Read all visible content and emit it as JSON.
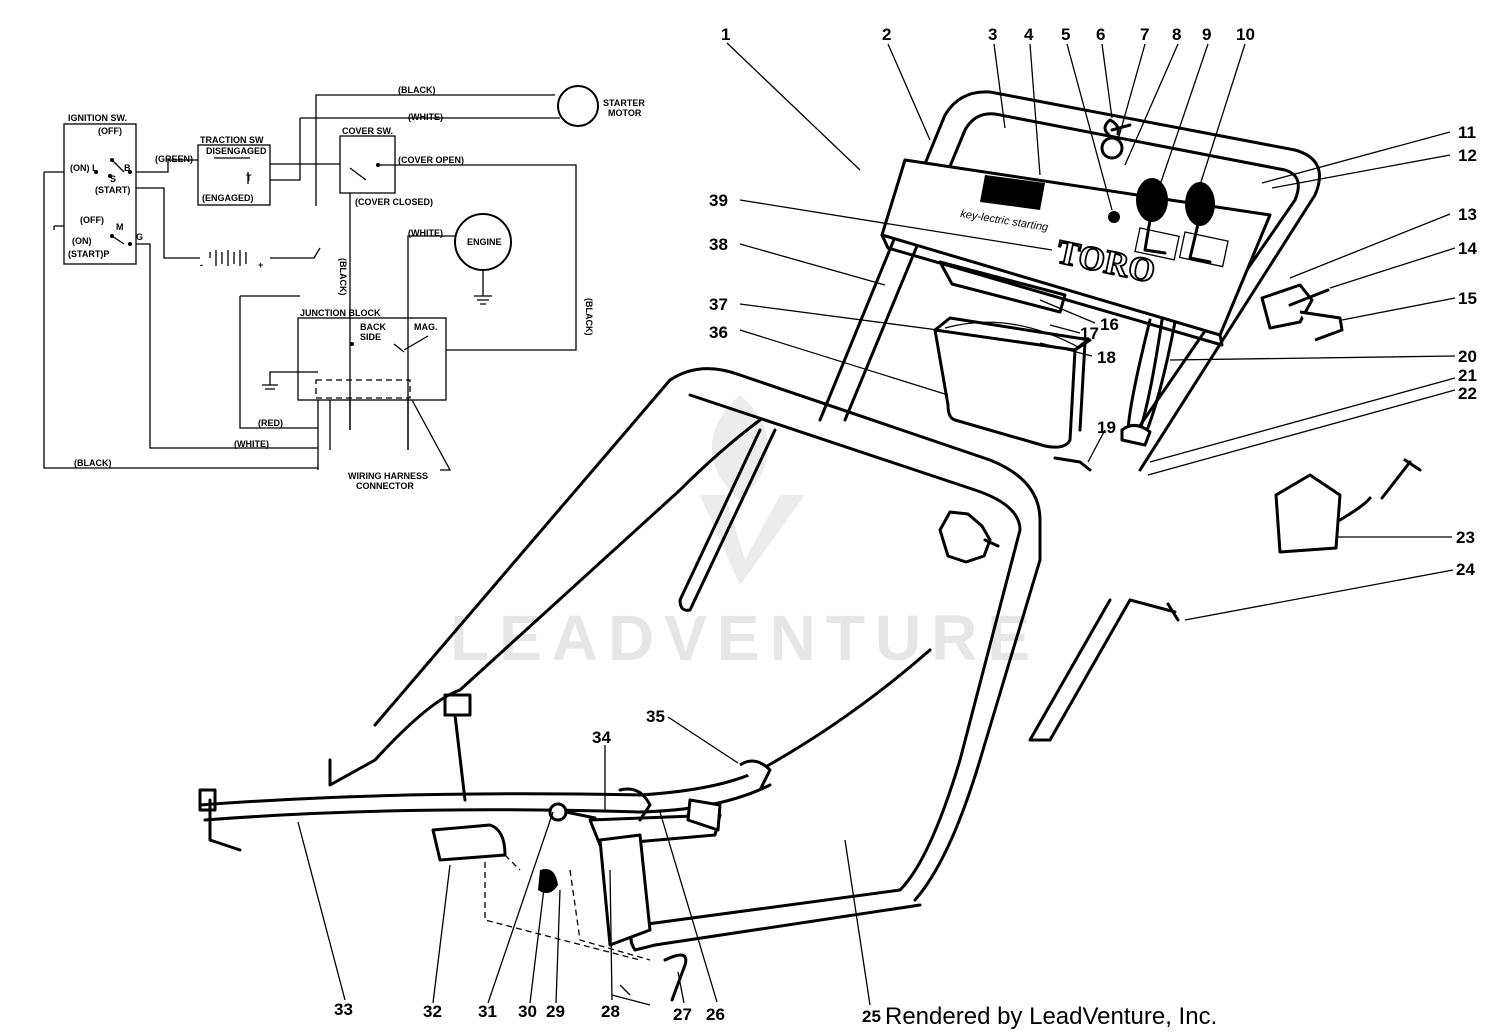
{
  "wiring": {
    "ignition_sw": "IGNITION SW.",
    "off_top": "(OFF)",
    "on_l": "(ON) L",
    "b": "B",
    "s": "S",
    "start": "(START)",
    "off_m": "(OFF)",
    "m": "M",
    "on2": "(ON)",
    "g": "G",
    "start_p": "(START)P",
    "traction_sw": "TRACTION SW",
    "disengaged": "DISENGAGED",
    "t": "T",
    "engaged": "(ENGAGED)",
    "green": "(GREEN)",
    "black_top": "(BLACK)",
    "white_top": "(WHITE)",
    "starter_motor_1": "STARTER",
    "starter_motor_2": "MOTOR",
    "cover_sw": "COVER SW.",
    "cover_open": "(COVER OPEN)",
    "cover_closed": "(COVER CLOSED)",
    "white_engine": "(WHITE)",
    "engine": "ENGINE",
    "black_vert": "(BLACK)",
    "black_right": "(BLACK)",
    "minus": "-",
    "plus": "+",
    "junction_block": "JUNCTION BLOCK",
    "back": "BACK",
    "side": "SIDE",
    "mag": "MAG.",
    "red": "(RED)",
    "white_bottom": "(WHITE)",
    "black_bottom": "(BLACK)",
    "harness_1": "WIRING HARNESS",
    "harness_2": "CONNECTOR"
  },
  "panel": {
    "toro": "TORO",
    "key_lectric": "key-lectric starting"
  },
  "callouts": {
    "n1": "1",
    "n2": "2",
    "n3": "3",
    "n4": "4",
    "n5": "5",
    "n6": "6",
    "n7": "7",
    "n8": "8",
    "n9": "9",
    "n10": "10",
    "n11": "11",
    "n12": "12",
    "n13": "13",
    "n14": "14",
    "n15": "15",
    "n16": "16",
    "n17": "17",
    "n18": "18",
    "n19": "19",
    "n20": "20",
    "n21": "21",
    "n22": "22",
    "n23": "23",
    "n24": "24",
    "n25": "25",
    "n26": "26",
    "n27": "27",
    "n28": "28",
    "n29": "29",
    "n30": "30",
    "n31": "31",
    "n32": "32",
    "n33": "33",
    "n34": "34",
    "n35": "35",
    "n36": "36",
    "n37": "37",
    "n38": "38",
    "n39": "39"
  },
  "watermark": "LEADVENTURE",
  "footer": "Rendered by LeadVenture, Inc."
}
